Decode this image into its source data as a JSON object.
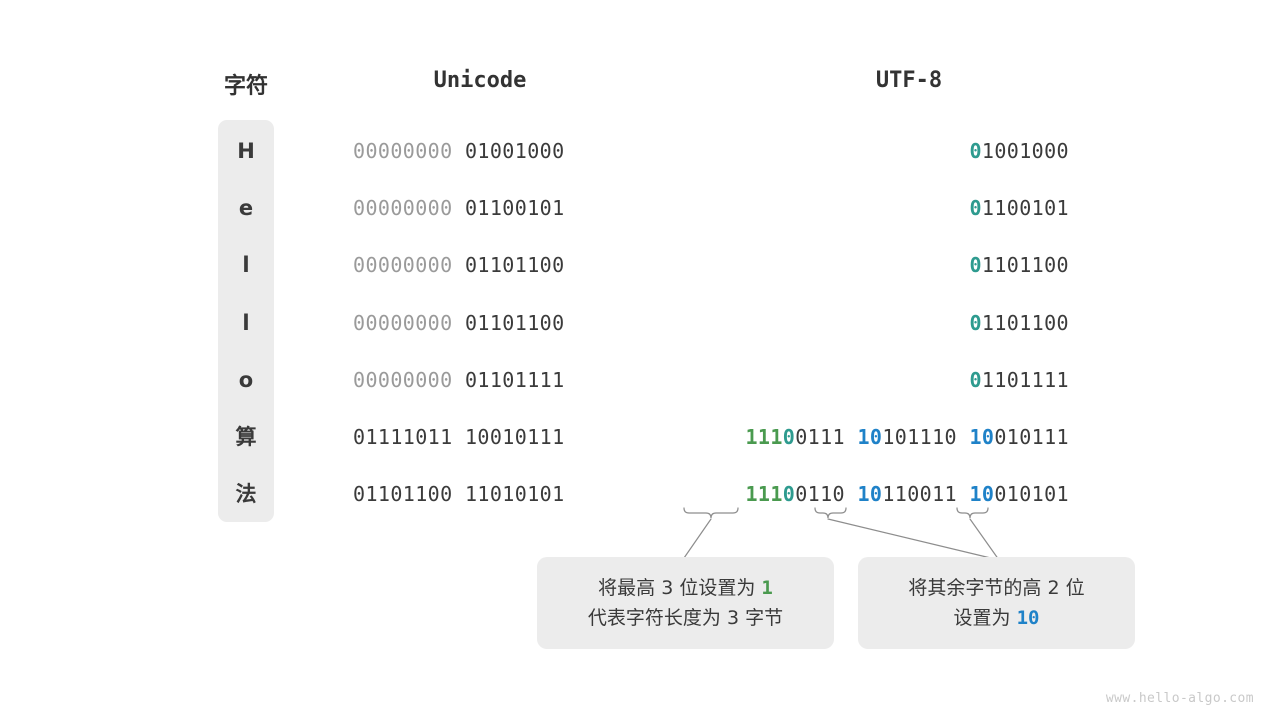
{
  "figure": {
    "watermark": "www.hello-algo.com"
  },
  "headers": {
    "char": "字符",
    "unicode": "Unicode",
    "utf8": "UTF-8"
  },
  "rows": [
    {
      "char": "H",
      "unicode_high": "00000000",
      "unicode_low": "01001000",
      "utf8_segments": [
        {
          "prefix": "0",
          "prefix_color": "teal",
          "rest": "1001000"
        }
      ]
    },
    {
      "char": "e",
      "unicode_high": "00000000",
      "unicode_low": "01100101",
      "utf8_segments": [
        {
          "prefix": "0",
          "prefix_color": "teal",
          "rest": "1100101"
        }
      ]
    },
    {
      "char": "l",
      "unicode_high": "00000000",
      "unicode_low": "01101100",
      "utf8_segments": [
        {
          "prefix": "0",
          "prefix_color": "teal",
          "rest": "1101100"
        }
      ]
    },
    {
      "char": "l",
      "unicode_high": "00000000",
      "unicode_low": "01101100",
      "utf8_segments": [
        {
          "prefix": "0",
          "prefix_color": "teal",
          "rest": "1101100"
        }
      ]
    },
    {
      "char": "o",
      "unicode_high": "00000000",
      "unicode_low": "01101111",
      "utf8_segments": [
        {
          "prefix": "0",
          "prefix_color": "teal",
          "rest": "1101111"
        }
      ]
    },
    {
      "char": "算",
      "unicode_high": "01111011",
      "unicode_low": "10010111",
      "utf8_segments": [
        {
          "prefix": "111",
          "prefix_color": "green",
          "prefix2": "0",
          "prefix2_color": "teal",
          "rest": "0111"
        },
        {
          "prefix": "10",
          "prefix_color": "blue",
          "rest": "101110"
        },
        {
          "prefix": "10",
          "prefix_color": "blue",
          "rest": "010111"
        }
      ]
    },
    {
      "char": "法",
      "unicode_high": "01101100",
      "unicode_low": "11010101",
      "utf8_segments": [
        {
          "prefix": "111",
          "prefix_color": "green",
          "prefix2": "0",
          "prefix2_color": "teal",
          "rest": "0110"
        },
        {
          "prefix": "10",
          "prefix_color": "blue",
          "rest": "110011"
        },
        {
          "prefix": "10",
          "prefix_color": "blue",
          "rest": "010101"
        }
      ]
    }
  ],
  "callouts": [
    {
      "id": "callout-1",
      "line1_pre": "将最高 3 位设置为 ",
      "line1_hl": "1",
      "line1_hl_color": "green",
      "line2": "代表字符长度为 3 字节"
    },
    {
      "id": "callout-2",
      "line1": "将其余字节的高 2 位",
      "line2_pre": "设置为 ",
      "line2_hl": "10",
      "line2_hl_color": "blue"
    }
  ],
  "colors": {
    "green": "#4a9a4f",
    "teal": "#2e9b8f",
    "blue": "#1f82c8",
    "dim": "#9a9a9a",
    "dark": "#3b3b3b",
    "panel": "#ececec",
    "watermark": "#c9c9c9"
  }
}
